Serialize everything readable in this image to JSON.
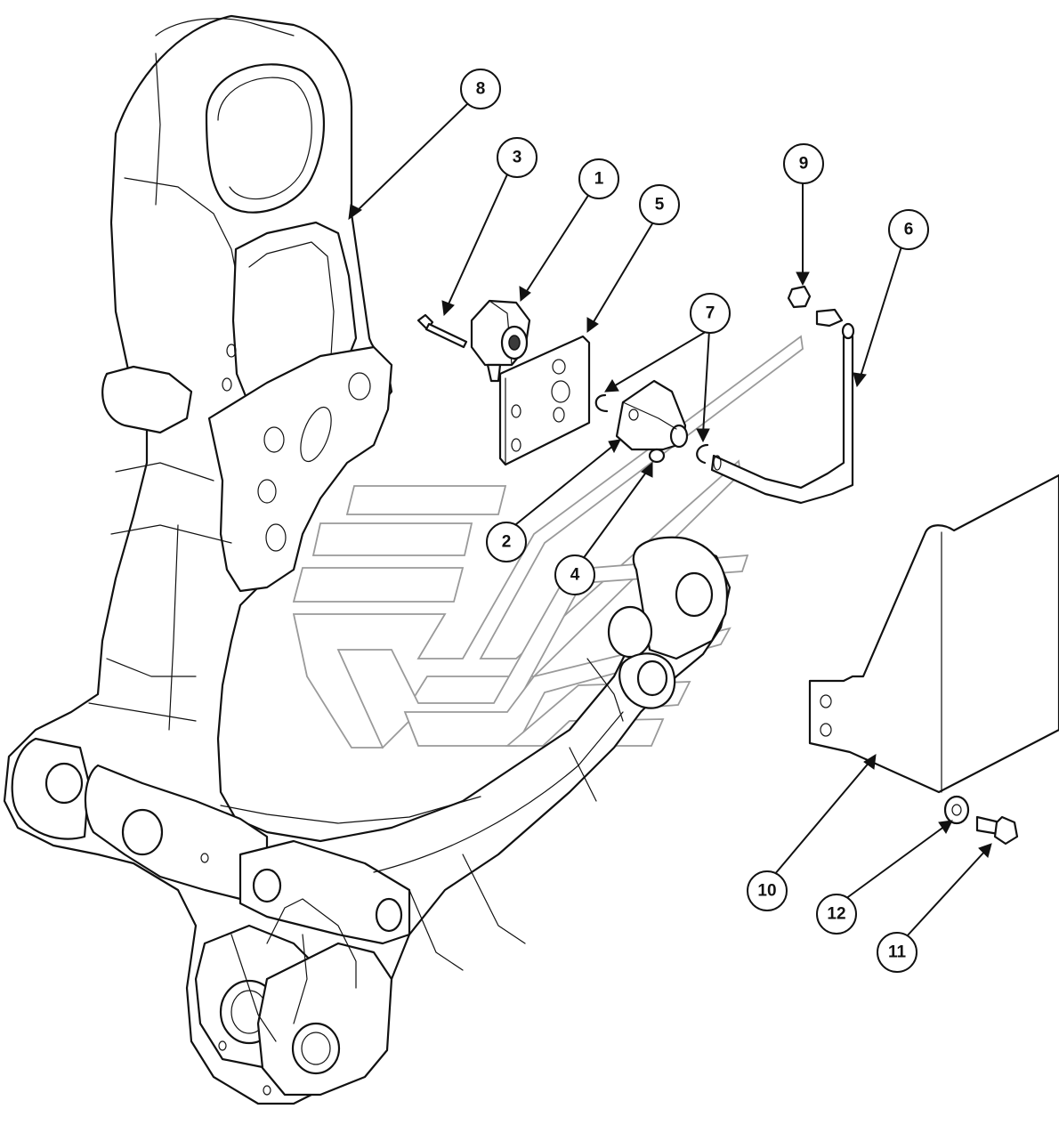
{
  "balloons": [
    {
      "id": "1",
      "label": "1"
    },
    {
      "id": "2",
      "label": "2"
    },
    {
      "id": "3",
      "label": "3"
    },
    {
      "id": "4",
      "label": "4"
    },
    {
      "id": "5",
      "label": "5"
    },
    {
      "id": "6",
      "label": "6"
    },
    {
      "id": "7",
      "label": "7"
    },
    {
      "id": "8",
      "label": "8"
    },
    {
      "id": "9",
      "label": "9"
    },
    {
      "id": "10",
      "label": "10"
    },
    {
      "id": "11",
      "label": "11"
    },
    {
      "id": "12",
      "label": "12"
    }
  ],
  "colors": {
    "line": "#111111",
    "watermark": "#9a9a9a",
    "background": "#ffffff"
  }
}
